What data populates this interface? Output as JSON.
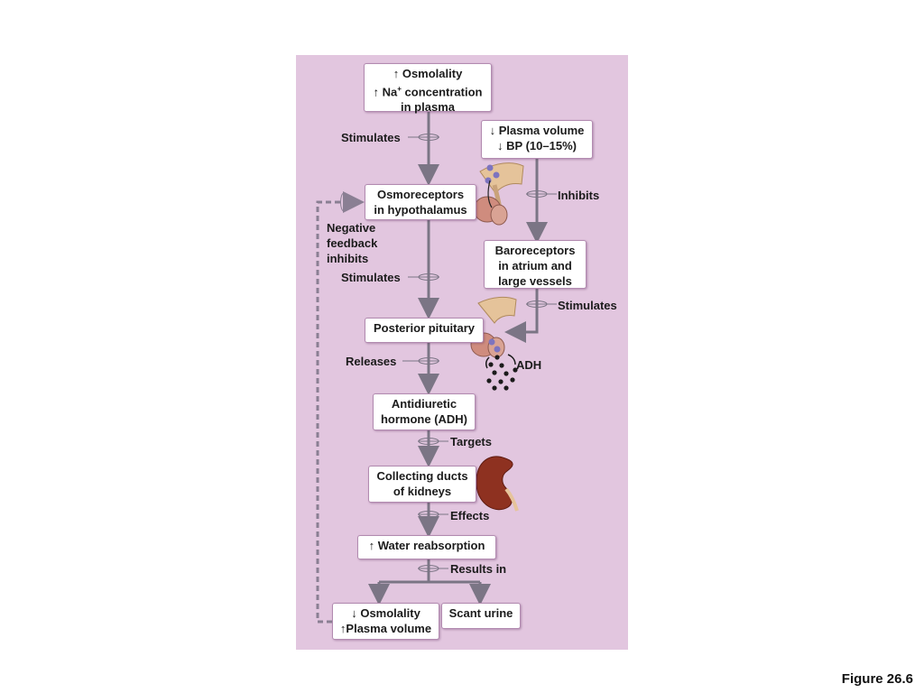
{
  "figure_label": "Figure 26.6",
  "boxes": {
    "osmolality_up": {
      "line1": "Osmolality",
      "line2": "Na",
      "line2_sup": "+",
      "line2_rest": " concentration",
      "line3": "in plasma"
    },
    "plasma_volume_down": {
      "line1": "Plasma volume",
      "line2": "BP (10–15%)"
    },
    "osmoreceptors": {
      "line1": "Osmoreceptors",
      "line2": "in hypothalamus"
    },
    "baroreceptors": {
      "line1": "Baroreceptors",
      "line2": "in atrium and",
      "line3": "large vessels"
    },
    "posterior_pituitary": {
      "line1": "Posterior pituitary"
    },
    "adh_box": {
      "line1": "Antidiuretic",
      "line2": "hormone (ADH)"
    },
    "collecting_ducts": {
      "line1": "Collecting ducts",
      "line2": "of kidneys"
    },
    "water_reabsorption": {
      "line1": "Water reabsorption"
    },
    "result_osmolality": {
      "line1": "Osmolality",
      "line2": "Plasma volume"
    },
    "scant_urine": {
      "line1": "Scant urine"
    }
  },
  "labels": {
    "stimulates_1": "Stimulates",
    "inhibits": "Inhibits",
    "negative_feedback": {
      "line1": "Negative",
      "line2": "feedback",
      "line3": "inhibits"
    },
    "stimulates_2": "Stimulates",
    "stimulates_3": "Stimulates",
    "releases": "Releases",
    "adh": "ADH",
    "targets": "Targets",
    "effects": "Effects",
    "results_in": "Results in"
  },
  "colors": {
    "panel": "#e2c6df",
    "box_border": "#b28bb0",
    "arrow": "#7b7585",
    "feedback": "#8a7f93"
  }
}
